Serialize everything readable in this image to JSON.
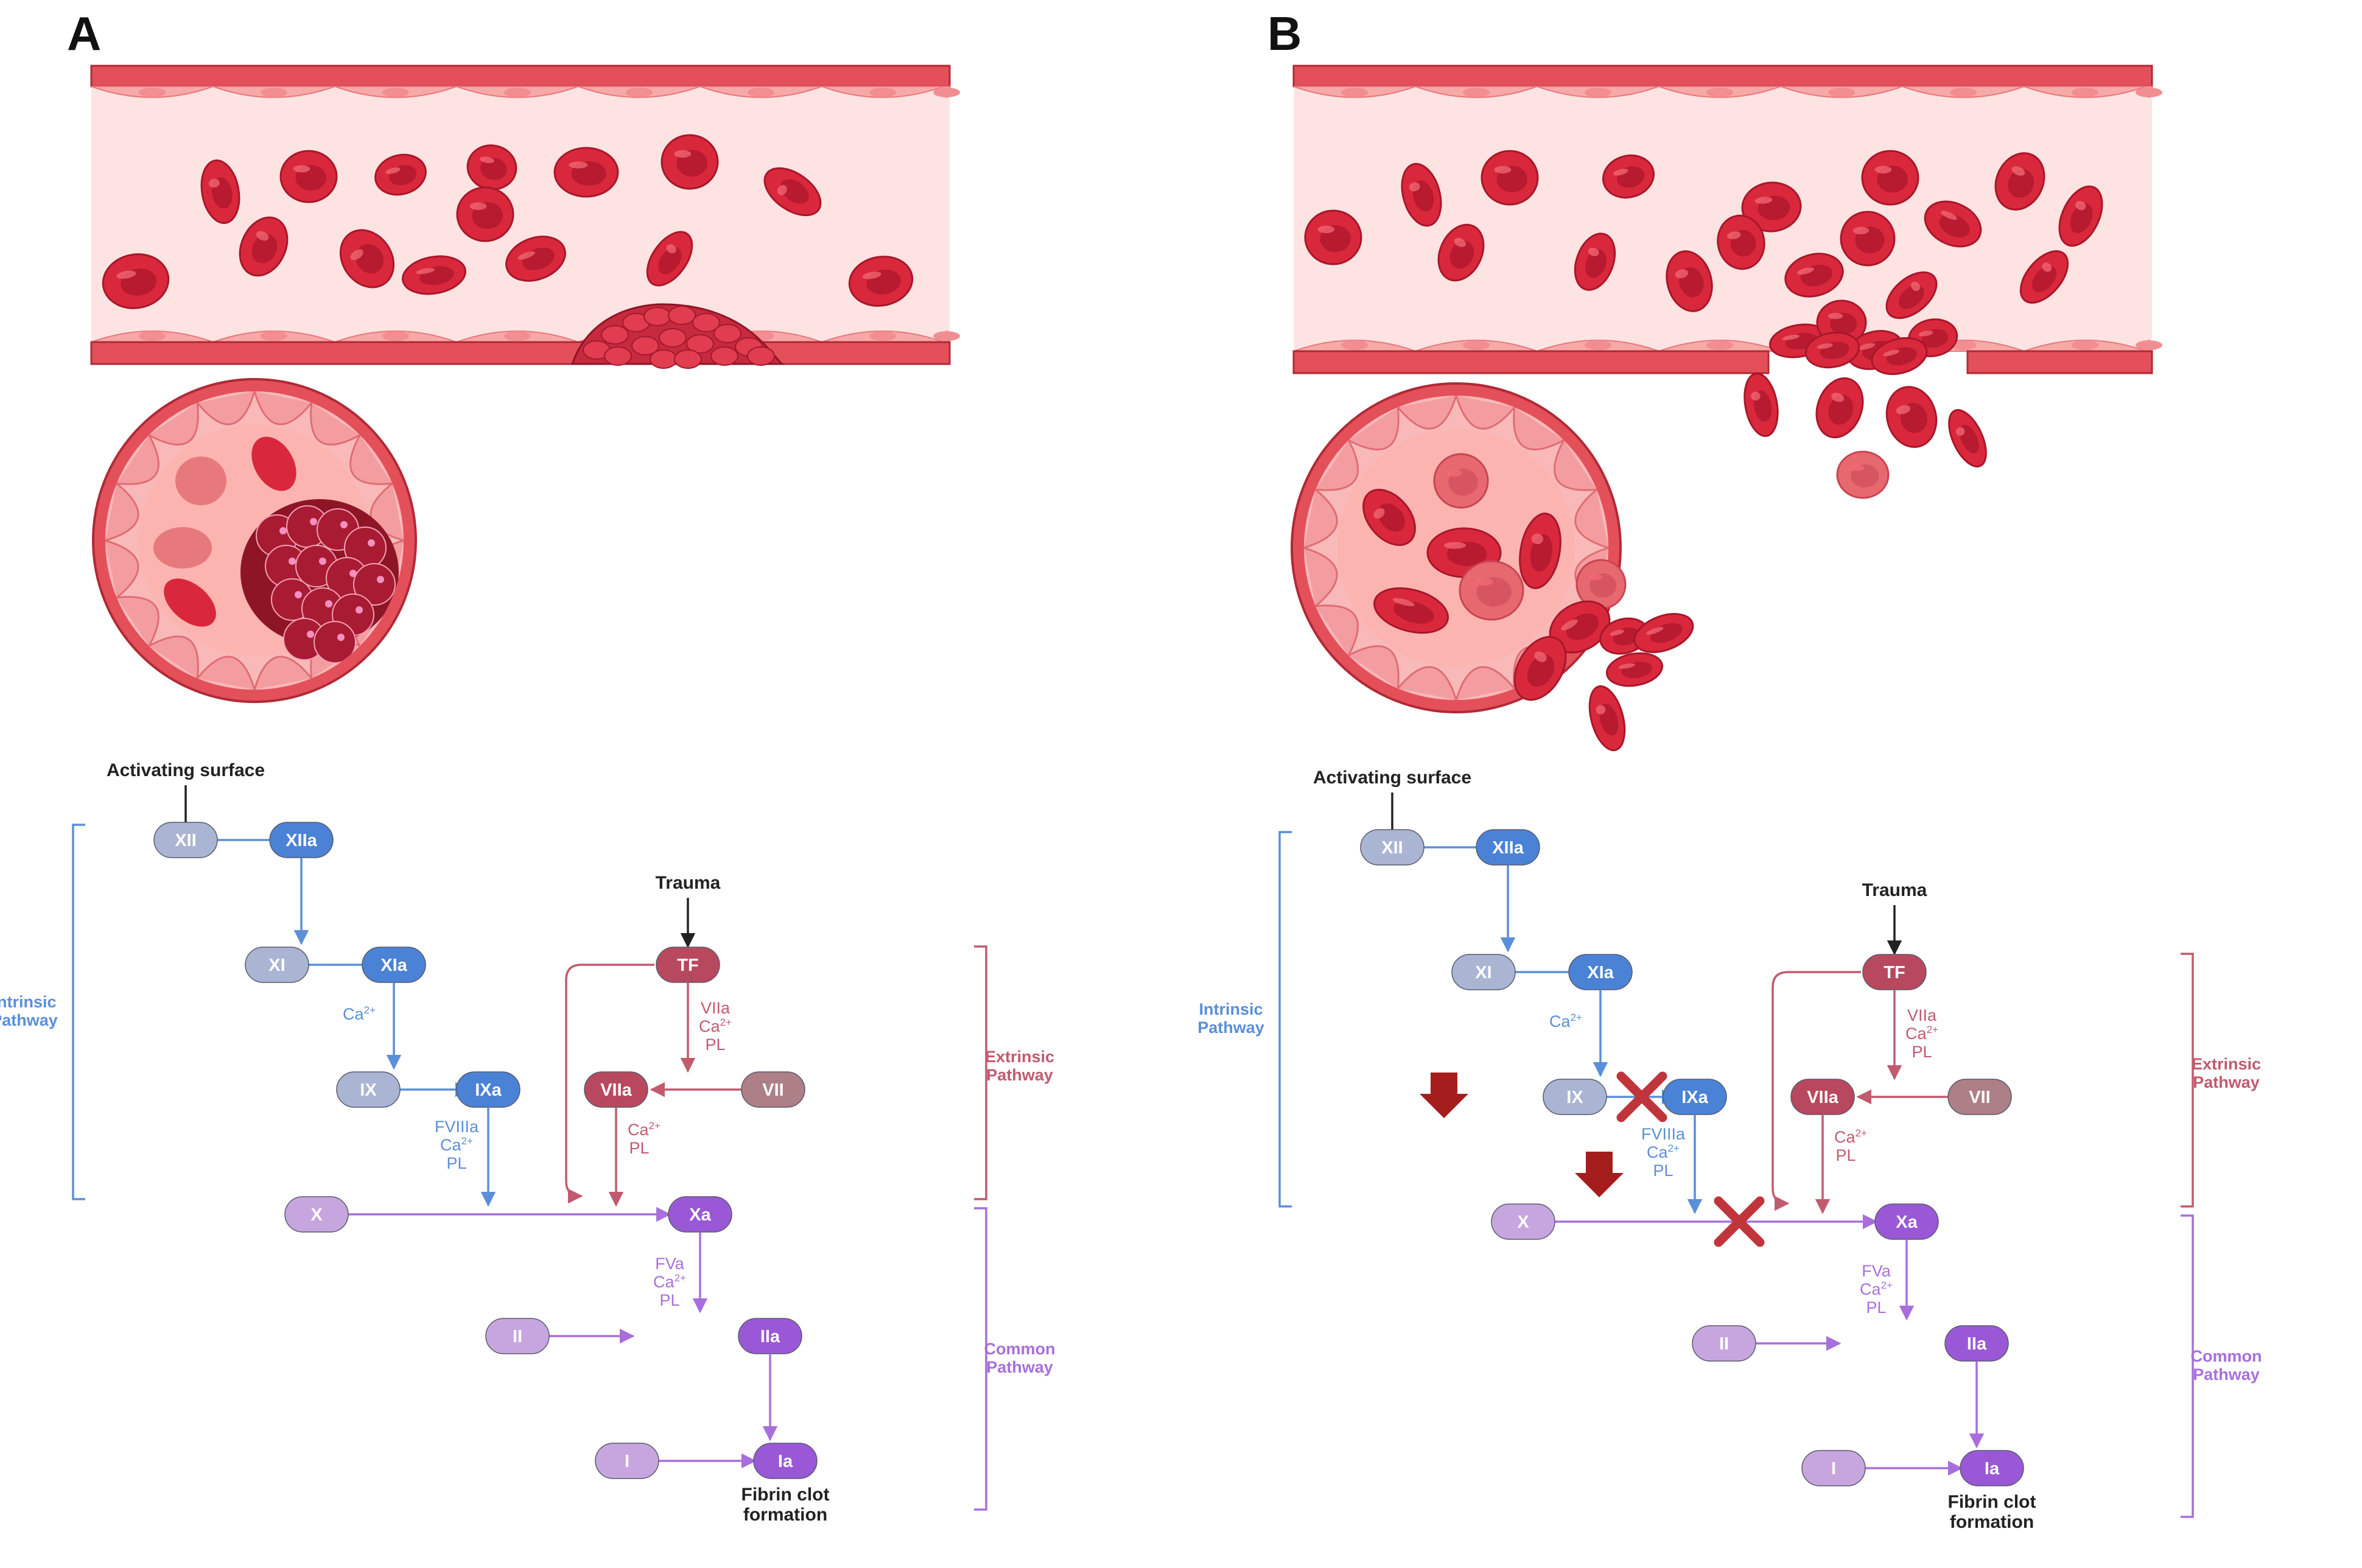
{
  "panels": [
    {
      "letter": "A",
      "activating_surface": "Activating surface",
      "trauma": "Trauma",
      "intrinsic": [
        "Intrinsic",
        "Pathway"
      ],
      "extrinsic": [
        "Extrinsic",
        "Pathway"
      ],
      "common": [
        "Common",
        "Pathway"
      ],
      "fibrin": [
        "Fibrin clot",
        "formation"
      ],
      "factors": {
        "XII": "XII",
        "XIIa": "XIIa",
        "XI": "XI",
        "XIa": "XIa",
        "IX": "IX",
        "IXa": "IXa",
        "TF": "TF",
        "VIIa": "VIIa",
        "VII": "VII",
        "X": "X",
        "Xa": "Xa",
        "II": "II",
        "IIa": "IIa",
        "I": "I",
        "Ia": "Ia"
      },
      "cofactors": {
        "ca_xia": "Ca",
        "ca_sup": "2+",
        "tf_lines": [
          "VIIa",
          "Ca",
          "PL"
        ],
        "fviii_lines": [
          "FVIIIa",
          "Ca",
          "PL"
        ],
        "viia_lines": [
          "Ca",
          "PL"
        ],
        "fva_lines": [
          "FVa",
          "Ca",
          "PL"
        ]
      }
    },
    {
      "letter": "B",
      "activating_surface": "Activating surface",
      "trauma": "Trauma",
      "intrinsic": [
        "Intrinsic",
        "Pathway"
      ],
      "extrinsic": [
        "Extrinsic",
        "Pathway"
      ],
      "common": [
        "Common",
        "Pathway"
      ],
      "fibrin": [
        "Fibrin clot",
        "formation"
      ],
      "factors": {
        "XII": "XII",
        "XIIa": "XIIa",
        "XI": "XI",
        "XIa": "XIa",
        "IX": "IX",
        "IXa": "IXa",
        "TF": "TF",
        "VIIa": "VIIa",
        "VII": "VII",
        "X": "X",
        "Xa": "Xa",
        "II": "II",
        "IIa": "IIa",
        "I": "I",
        "Ia": "Ia"
      },
      "cofactors": {
        "ca_xia": "Ca",
        "ca_sup": "2+",
        "tf_lines": [
          "VIIa",
          "Ca",
          "PL"
        ],
        "fviii_lines": [
          "FVIIIa",
          "Ca",
          "PL"
        ],
        "viia_lines": [
          "Ca",
          "PL"
        ],
        "fva_lines": [
          "FVa",
          "Ca",
          "PL"
        ]
      }
    }
  ],
  "colors": {
    "intrinsic": "#5b8fd9",
    "extrinsic": "#c25a6e",
    "common": "#a86fdc",
    "vessel_wall": "#e4505a",
    "lumen": "#fde3e1",
    "rbc": "#d9283c",
    "block_x": "#c0353b",
    "down_arrow": "#a51d1d"
  }
}
